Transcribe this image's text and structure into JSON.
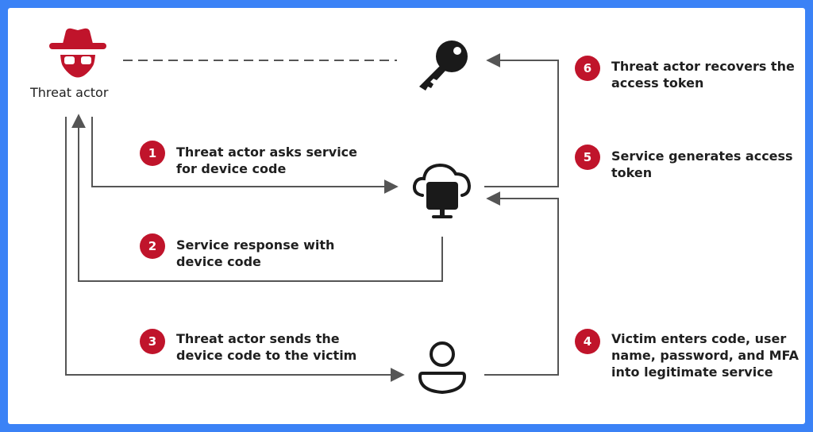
{
  "actor": {
    "caption": "Threat actor"
  },
  "steps": [
    {
      "number": "1",
      "line1": "Threat actor asks service",
      "line2": "for device code",
      "line3": ""
    },
    {
      "number": "2",
      "line1": "Service response with",
      "line2": "device code",
      "line3": ""
    },
    {
      "number": "3",
      "line1": "Threat actor sends the",
      "line2": "device code to the victim",
      "line3": ""
    },
    {
      "number": "4",
      "line1": "Victim enters code, user",
      "line2": "name, password, and MFA",
      "line3": "into legitimate service"
    },
    {
      "number": "5",
      "line1": "Service generates access",
      "line2": "token",
      "line3": ""
    },
    {
      "number": "6",
      "line1": "Threat actor recovers the",
      "line2": "access token",
      "line3": ""
    }
  ],
  "colors": {
    "accent": "#c0142b",
    "border": "#3b82f6",
    "line": "#555555",
    "icon": "#1a1a1a"
  },
  "icons": [
    "threat-actor-icon",
    "key-icon",
    "cloud-computer-icon",
    "victim-user-icon"
  ]
}
